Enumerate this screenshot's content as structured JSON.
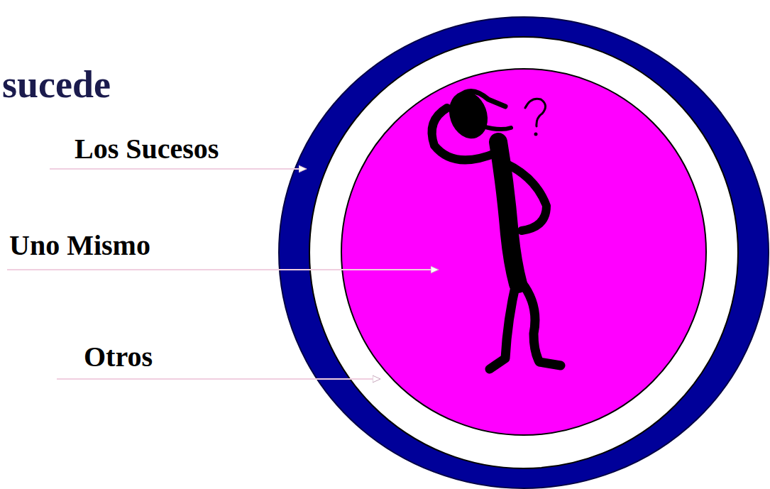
{
  "diagram": {
    "title": "sucede",
    "labels": [
      "Los Sucesos",
      "Uno Mismo",
      "Otros"
    ]
  }
}
